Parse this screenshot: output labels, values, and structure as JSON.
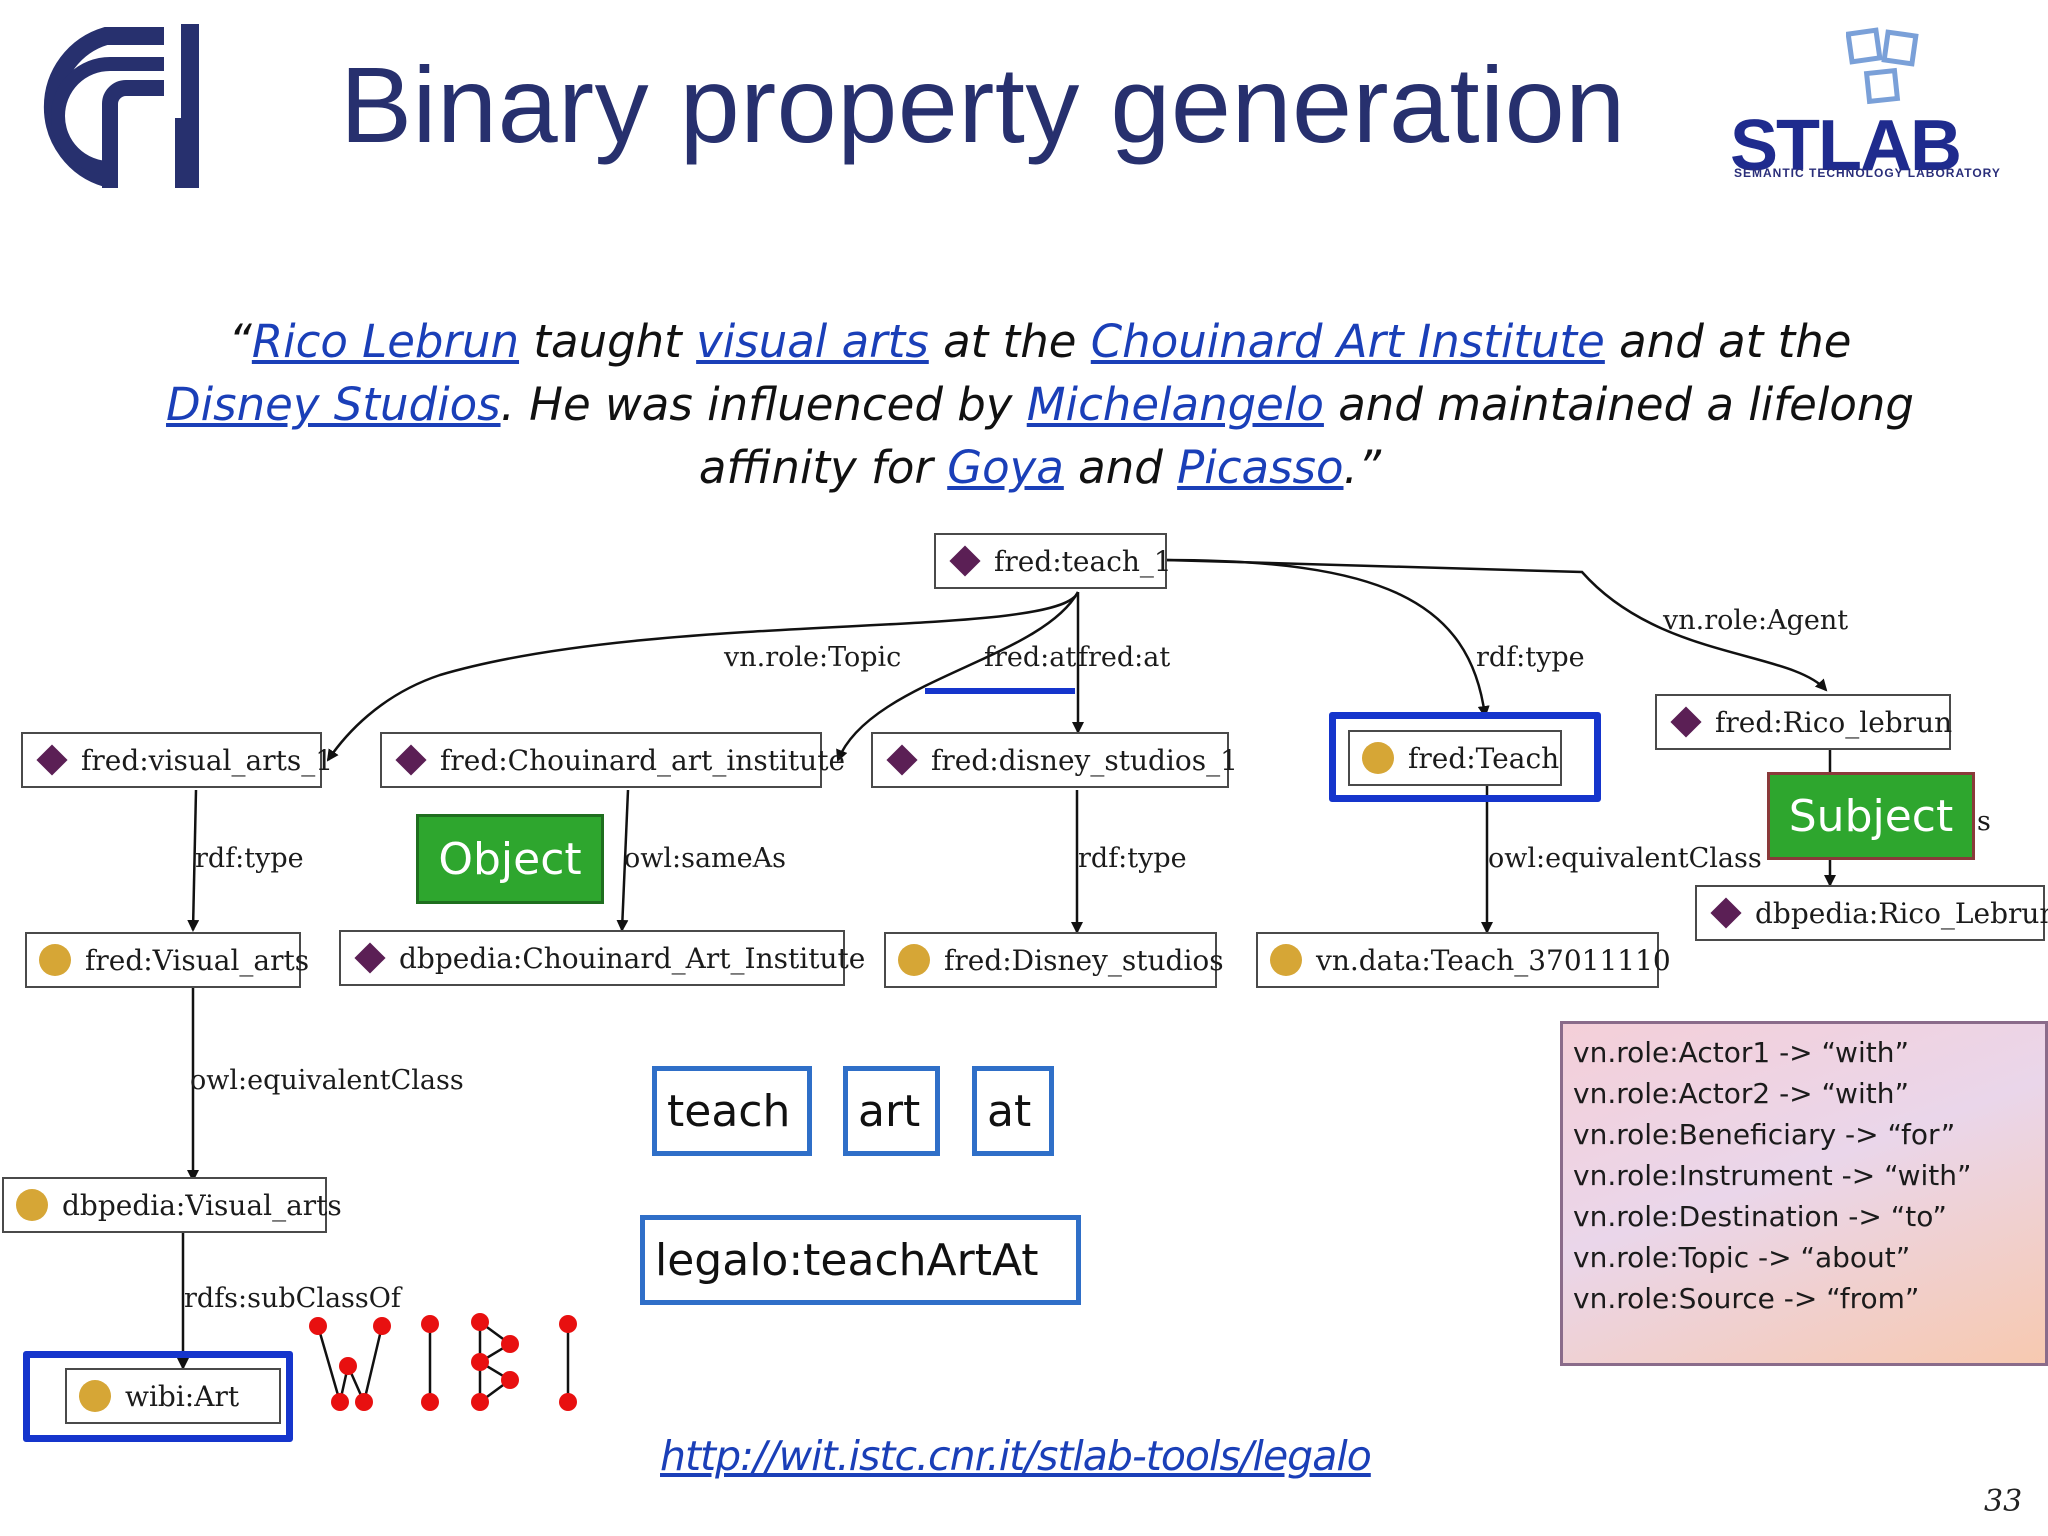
{
  "slide": {
    "title": "Binary property generation",
    "page_number": "33",
    "link": "http://wit.istc.cnr.it/stlab-tools/legalo"
  },
  "logo": {
    "cnr_logo": "cnr-logo",
    "stlab_name": "STLAB",
    "stlab_subtitle": "SEMANTIC TECHNOLOGY LABORATORY"
  },
  "quote": {
    "open": "“",
    "rico": "Rico Lebrun",
    "t1": " taught ",
    "visual_arts": "visual arts",
    "t2": " at the ",
    "chouinard": "Chouinard Art Institute",
    "t3": " and at the ",
    "disney": "Disney Studios",
    "t4": ". He was influenced by ",
    "michelangelo": "Michelangelo",
    "t5": " and maintained a lifelong affinity for ",
    "goya": "Goya",
    "t6": " and ",
    "picasso": "Picasso",
    "close": ".”"
  },
  "graph": {
    "nodes": {
      "teach_1": "fred:teach_1",
      "visual_arts_1": "fred:visual_arts_1",
      "chouinard": "fred:Chouinard_art_institute",
      "disney_1": "fred:disney_studios_1",
      "teach_class": "fred:Teach",
      "rico": "fred:Rico_lebrun",
      "visual_arts": "fred:Visual_arts",
      "db_chouinard": "dbpedia:Chouinard_Art_Institute",
      "disney_class": "fred:Disney_studios",
      "vn_teach": "vn.data:Teach_37011110",
      "db_rico": "dbpedia:Rico_Lebrun",
      "db_visual_arts": "dbpedia:Visual_arts",
      "wibi_art": "wibi:Art"
    },
    "edges": {
      "topic": "vn.role:Topic",
      "at1": "fred:at",
      "at2": "fred:at",
      "type_teach": "rdf:type",
      "agent": "vn.role:Agent",
      "type_visual": "rdf:type",
      "sameas": "owl:sameAs",
      "type_disney": "rdf:type",
      "equiv_teach": "owl:equivalentClass",
      "equiv_visual": "owl:equivalentClass",
      "subclass": "rdfs:subClassOf"
    }
  },
  "tags": {
    "object": "Object",
    "subject": "Subject",
    "subject_fragment": "s"
  },
  "words": {
    "teach": "teach",
    "art": "art",
    "at": "at",
    "result": "legalo:teachArtAt"
  },
  "roles": [
    "vn.role:Actor1  -> “with”",
    "vn.role:Actor2  -> “with”",
    "vn.role:Beneficiary -> “for”",
    "vn.role:Instrument -> “with”",
    "vn.role:Destination -> “to”",
    "vn.role:Topic -> “about”",
    "vn.role:Source -> “from”"
  ],
  "colors": {
    "title": "#27306e",
    "link": "#1a3fb8",
    "highlight": "#1535cc",
    "tag_green": "#2ea62e",
    "word_border": "#2f6fc8",
    "individual": "#5b1f55",
    "class": "#d6a636",
    "wibi_red": "#e81010"
  }
}
